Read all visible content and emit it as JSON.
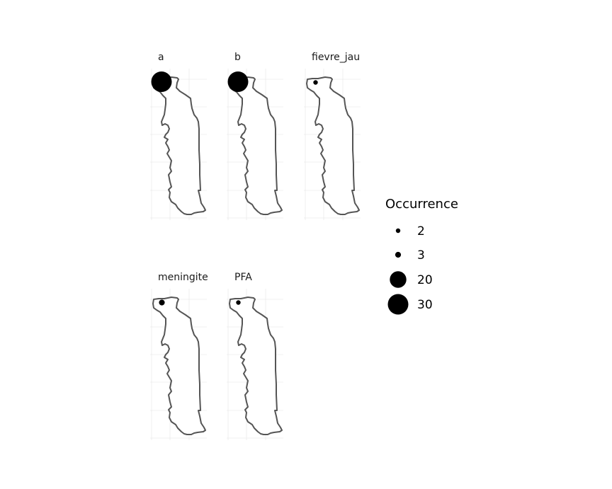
{
  "chart_data": {
    "type": "scatter",
    "subtype": "faceted bubble map",
    "facets": [
      {
        "label": "a",
        "occurrence": 30
      },
      {
        "label": "b",
        "occurrence": 30
      },
      {
        "label": "fievre_jau",
        "occurrence": 2
      },
      {
        "label": "meningite",
        "occurrence": 3
      },
      {
        "label": "PFA",
        "occurrence": 2
      }
    ],
    "legend": {
      "title": "Occurrence",
      "placement": "right",
      "entries": [
        {
          "label": "2",
          "value": 2
        },
        {
          "label": "3",
          "value": 3
        },
        {
          "label": "20",
          "value": 20
        },
        {
          "label": "30",
          "value": 30
        }
      ]
    },
    "colors": {
      "point": "#000000",
      "outline": "#555555",
      "grid": "#ebebeb"
    }
  }
}
